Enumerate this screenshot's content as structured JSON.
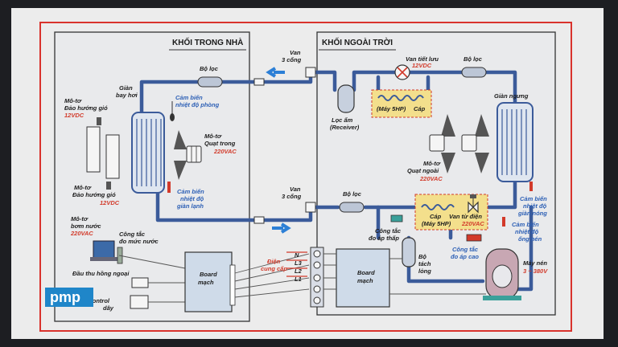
{
  "blocks": {
    "indoor_title": "KHỐI TRONG NHÀ",
    "outdoor_title": "KHỐI NGOÀI TRỜI"
  },
  "indoor": {
    "evaporator": [
      "Giàn",
      "bay hơi"
    ],
    "room_sensor": [
      "Cảm biến",
      "nhiệt độ phòng"
    ],
    "louver_motor_top": [
      "Mô-tơ",
      "Đảo hướng gió"
    ],
    "louver_motor_top_v": "12VDC",
    "indoor_fan_motor": [
      "Mô-tơ",
      "Quạt trong"
    ],
    "indoor_fan_motor_v": "220VAC",
    "coil_sensor": [
      "Cảm biến",
      "nhiệt độ",
      "giàn lạnh"
    ],
    "louver_motor_bottom": [
      "Mô-tơ",
      "Đảo hướng gió"
    ],
    "louver_motor_bottom_v": "12VDC",
    "pump_motor": [
      "Mô-tơ",
      "bơm nước"
    ],
    "pump_motor_v": "220VAC",
    "water_level_switch": [
      "Công tắc",
      "đo mức nước"
    ],
    "ir_receiver": "Đầu thu hồng ngoại",
    "remote": [
      "ote Control",
      "dây"
    ],
    "board": [
      "Board",
      "mạch"
    ]
  },
  "outdoor": {
    "service_valve_top": [
      "Van",
      "3 cổng"
    ],
    "service_valve_bottom": [
      "Van",
      "3 cổng"
    ],
    "filter_top": "Bộ lọc",
    "filter_right": "Bộ lọc",
    "filter_bottom": "Bộ lọc",
    "expansion_valve": "Van tiết lưu",
    "expansion_valve_v": "12VDC",
    "receiver": [
      "Lọc ẩm",
      "(Receiver)"
    ],
    "capillary_top": [
      "(Máy 5HP)",
      "Cáp"
    ],
    "condenser": "Giàn ngưng",
    "outdoor_fan_motor": [
      "Mô-tơ",
      "Quạt ngoài"
    ],
    "outdoor_fan_motor_v": "220VAC",
    "condenser_sensor": [
      "Cảm biến",
      "nhiệt độ",
      "giàn nóng"
    ],
    "pipe_sensor": [
      "Cảm biến",
      "nhiệt độ",
      "ống nén"
    ],
    "capillary_bottom": [
      "Cáp",
      "(Máy 5HP)"
    ],
    "solenoid_valve": "Van từ điện",
    "solenoid_valve_v": "220VAC",
    "low_pressure_switch": [
      "Công tắc",
      "đo áp thấp"
    ],
    "high_pressure_switch": [
      "Công tắc",
      "đo áp cao"
    ],
    "accumulator": [
      "Bộ",
      "tách",
      "lỏng"
    ],
    "compressor": "Máy nén",
    "compressor_v": "3 ~ 380V",
    "power_supply": [
      "Điện",
      "cung cấp"
    ],
    "terminals": [
      "N",
      "L3",
      "L2",
      "L1"
    ],
    "board": [
      "Board",
      "mạch"
    ]
  },
  "watermark": "pmp",
  "colors": {
    "page": "#eeeeee",
    "frame": "#d9322c",
    "pipe": "#3b5b9a",
    "label_blue": "#2c5fb5",
    "label_red": "#d23a2a",
    "highlight": "#f3df8c",
    "board": "#cfdbe9",
    "watermark_bg": "#1f86c9"
  }
}
